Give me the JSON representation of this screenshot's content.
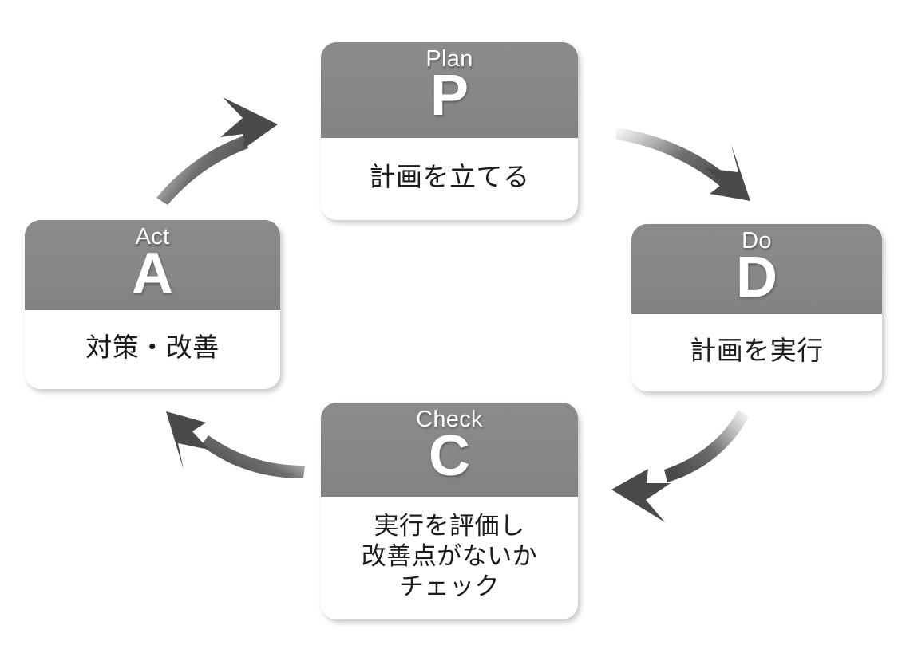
{
  "diagram": {
    "title": "PDCA cycle",
    "type": "cycle-diagram",
    "direction": "clockwise",
    "background_color": "#ffffff",
    "header_color": "#878787",
    "header_text_color": "#ffffff",
    "body_text_color": "#1c1c1c",
    "arrow_color": "#4a4a4a"
  },
  "cards": {
    "plan": {
      "eyebrow": "Plan",
      "letter": "P",
      "description": "計画を立てる"
    },
    "do": {
      "eyebrow": "Do",
      "letter": "D",
      "description": "計画を実行"
    },
    "check": {
      "eyebrow": "Check",
      "letter": "C",
      "description": "実行を評価し\n改善点がないか\nチェック"
    },
    "act": {
      "eyebrow": "Act",
      "letter": "A",
      "description": "対策・改善"
    }
  },
  "arrows": [
    {
      "name": "arrow-plan-to-do",
      "from": "plan",
      "to": "do",
      "direction": "down-right"
    },
    {
      "name": "arrow-do-to-check",
      "from": "do",
      "to": "check",
      "direction": "down-left"
    },
    {
      "name": "arrow-check-to-act",
      "from": "check",
      "to": "act",
      "direction": "up-left"
    },
    {
      "name": "arrow-act-to-plan",
      "from": "act",
      "to": "plan",
      "direction": "up-right"
    }
  ]
}
